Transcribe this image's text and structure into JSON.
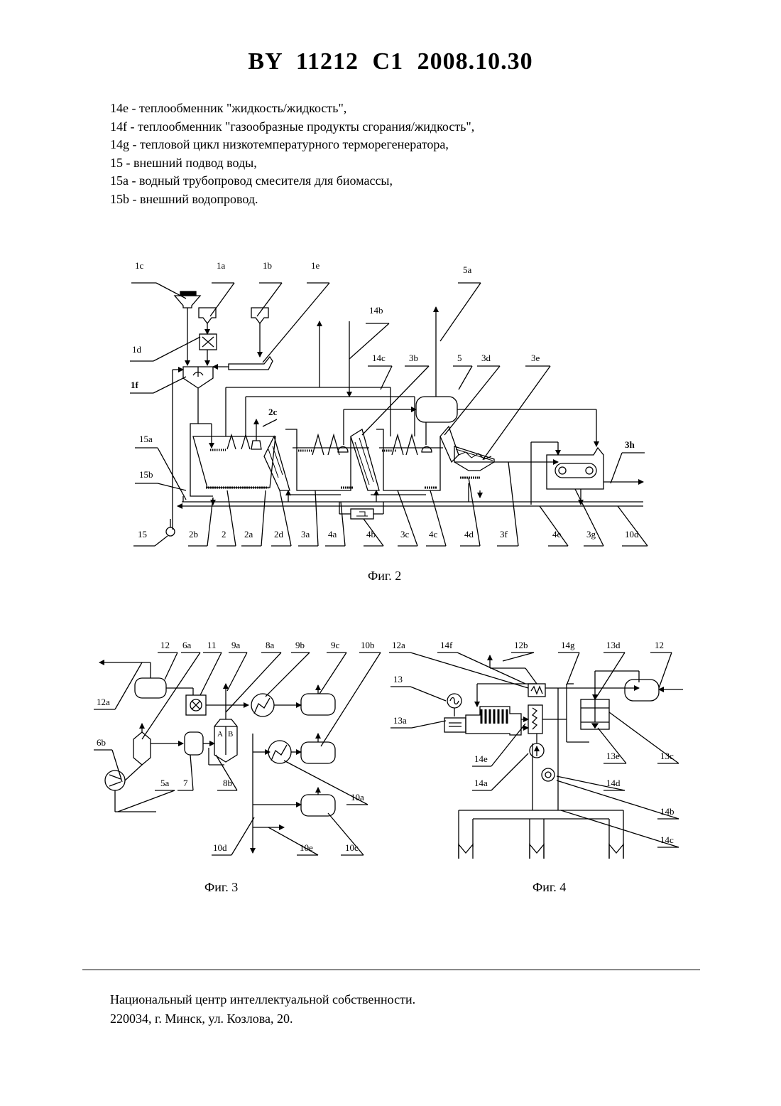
{
  "header": {
    "title": "BY 11212 C1 2008.10.30"
  },
  "legend": [
    "14e - теплообменник \"жидкость/жидкость\",",
    "14f - теплообменник \"газообразные продукты сгорания/жидкость\",",
    "14g - тепловой цикл низкотемпературного терморегенератора,",
    "15 - внешний подвод воды,",
    "15a - водный трубопровод смесителя для биомассы,",
    "15b - внешний водопровод."
  ],
  "fig2": {
    "caption": "Фиг. 2",
    "labels": {
      "l1c": "1c",
      "l1a": "1a",
      "l1b": "1b",
      "l1e": "1e",
      "l5a": "5a",
      "l14b": "14b",
      "l1d": "1d",
      "l14c": "14c",
      "l3b": "3b",
      "l5": "5",
      "l3d": "3d",
      "l3e": "3e",
      "l1f": "1f",
      "l2c": "2c",
      "l15a": "15a",
      "l3h": "3h",
      "l15b": "15b",
      "l15": "15",
      "l2b": "2b",
      "l2": "2",
      "l2a": "2a",
      "l2d": "2d",
      "l3a": "3a",
      "l4a": "4a",
      "l4b": "4b",
      "l3c": "3c",
      "l4c": "4c",
      "l4d": "4d",
      "l3f": "3f",
      "l4e": "4e",
      "l3g": "3g",
      "l10d": "10d"
    }
  },
  "fig3": {
    "caption": "Фиг. 3",
    "labels": {
      "l12": "12",
      "l6a": "6a",
      "l11": "11",
      "l9a": "9a",
      "l8a": "8a",
      "l9b": "9b",
      "l9c": "9c",
      "l10b": "10b",
      "l12a": "12a",
      "l6b": "6b",
      "l5a": "5a",
      "l7": "7",
      "l8b": "8b",
      "l10a": "10a",
      "l10d": "10d",
      "l10e": "10e",
      "l10c": "10c",
      "cellA": "A",
      "cellB": "B"
    }
  },
  "fig4": {
    "caption": "Фиг. 4",
    "labels": {
      "l12a": "12a",
      "l14f": "14f",
      "l12b": "12b",
      "l14g": "14g",
      "l13d": "13d",
      "l12": "12",
      "l13": "13",
      "l13a": "13a",
      "l14e": "14e",
      "l13e": "13e",
      "l13c": "13c",
      "l14a": "14a",
      "l14d": "14d",
      "l14b": "14b",
      "l14c": "14c"
    }
  },
  "footer": {
    "line1": "Национальный центр интеллектуальной собственности.",
    "line2": "220034, г. Минск, ул. Козлова, 20."
  }
}
